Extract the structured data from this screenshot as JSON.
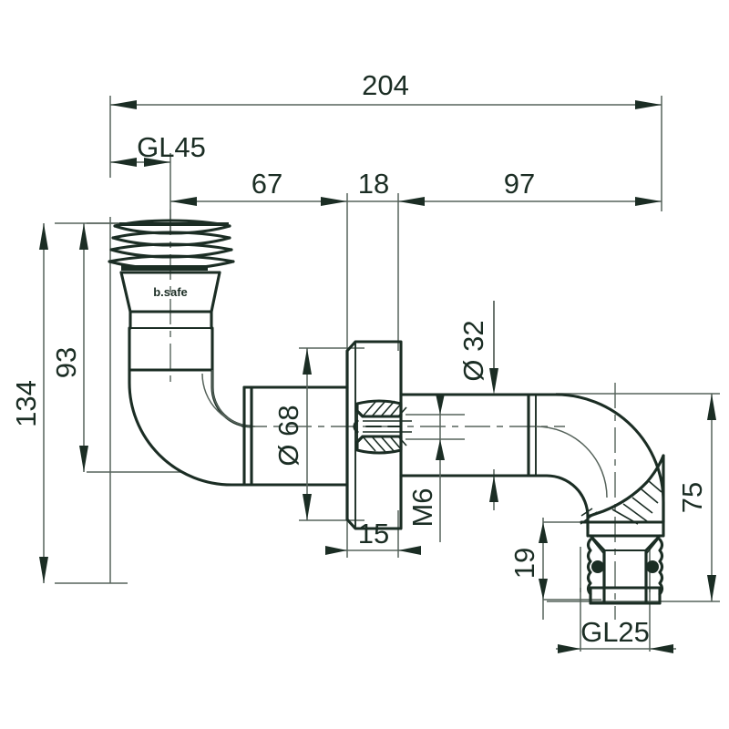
{
  "drawing": {
    "title": "Technical dimension drawing of GL45 to GL25 bent tube adapter",
    "line_color": "#1b2d24",
    "dim_color": "#56635b",
    "background": "#ffffff",
    "brand_logo": "b.safe"
  },
  "dimensions": {
    "overall_length": "204",
    "inlet_thread": "GL45",
    "segment_left": "67",
    "segment_middle": "18",
    "segment_right": "97",
    "overall_height": "134",
    "inlet_height": "93",
    "flange_diameter": "Ø 68",
    "flange_thickness": "15",
    "screw_thread": "M6",
    "tube_diameter": "Ø 32",
    "outlet_height": "75",
    "outlet_thread_height": "19",
    "outlet_thread": "GL25"
  }
}
